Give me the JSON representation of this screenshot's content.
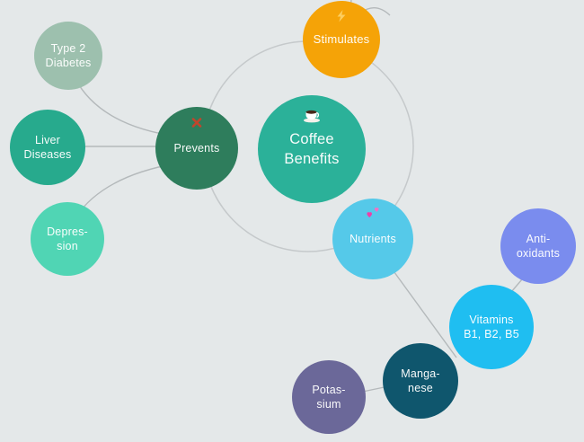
{
  "diagram": {
    "title": "Coffee Benefits",
    "background_color": "#e4e8e9",
    "ring_color": "#c5c9cb",
    "connector_color": "#b4b9bb",
    "nodes": {
      "coffee_benefits": {
        "label": "Coffee\nBenefits",
        "icon": "coffee-cup-icon",
        "color": "#2bb199"
      },
      "stimulates": {
        "label": "Stimulates",
        "icon": "lightning-icon",
        "color": "#f5a307"
      },
      "prevents": {
        "label": "Prevents",
        "icon": "red-cross-icon",
        "color": "#2e7d5c"
      },
      "type_2_diabetes": {
        "label": "Type 2\nDiabetes",
        "color": "#9dc0ae"
      },
      "liver_diseases": {
        "label": "Liver\nDiseases",
        "color": "#27aa8d"
      },
      "depression": {
        "label": "Depres-\nsion",
        "color": "#50d5b4"
      },
      "nutrients": {
        "label": "Nutrients",
        "icon": "two-hearts-icon",
        "color": "#55c9e9"
      },
      "antioxidants": {
        "label": "Anti-\noxidants",
        "color": "#7a8cee"
      },
      "vitamins_b": {
        "label": "Vitamins\nB1, B2, B5",
        "color": "#1fbef1"
      },
      "manganese": {
        "label": "Manga-\nnese",
        "color": "#0f566d"
      },
      "potassium": {
        "label": "Potas-\nsium",
        "color": "#6b6899"
      }
    },
    "edges": [
      {
        "from": "coffee_benefits",
        "to": "stimulates"
      },
      {
        "from": "coffee_benefits",
        "to": "prevents"
      },
      {
        "from": "coffee_benefits",
        "to": "nutrients"
      },
      {
        "from": "prevents",
        "to": "type_2_diabetes"
      },
      {
        "from": "prevents",
        "to": "liver_diseases"
      },
      {
        "from": "prevents",
        "to": "depression"
      },
      {
        "from": "nutrients",
        "to": "vitamins_b"
      },
      {
        "from": "vitamins_b",
        "to": "antioxidants"
      },
      {
        "from": "vitamins_b",
        "to": "manganese"
      },
      {
        "from": "manganese",
        "to": "potassium"
      }
    ]
  }
}
